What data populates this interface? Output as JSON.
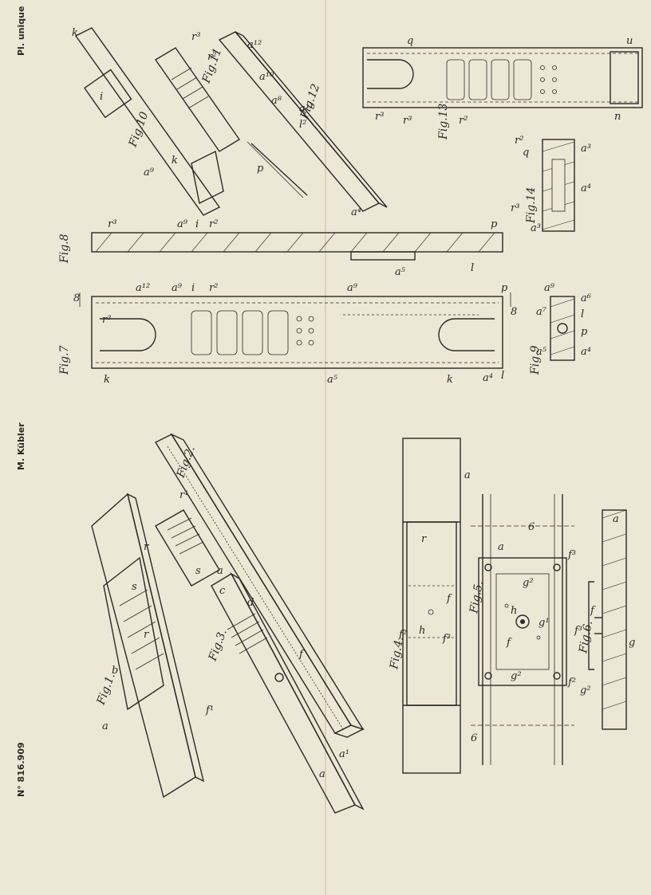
{
  "header": {
    "patent_number": "N° 816.909",
    "inventor": "M. Kübler",
    "plate": "Pl. unique"
  },
  "figures": {
    "fig1": "Fig.1.",
    "fig2": "Fig.2.",
    "fig3": "Fig.3.",
    "fig4": "Fig.4.",
    "fig5": "Fig.5.",
    "fig6": "Fig.6.",
    "fig7": "Fig.7",
    "fig8": "Fig.8",
    "fig9": "Fig.9",
    "fig10": "Fig.10",
    "fig11": "Fig.11",
    "fig12": "Fig.12",
    "fig13": "Fig.13",
    "fig14": "Fig.14"
  },
  "labels": {
    "a": "a",
    "a1": "a¹",
    "b": "b",
    "r": "r",
    "r1": "r¹",
    "s": "s",
    "c": "c",
    "d": "d",
    "f": "f",
    "f1": "f¹",
    "f2": "f²",
    "f3": "f³",
    "g": "g",
    "g1": "g¹",
    "g2": "g²",
    "h": "h",
    "six": "6",
    "k": "k",
    "i": "i",
    "p": "p",
    "l": "l",
    "r2": "r²",
    "r3": "r³",
    "eight": "8",
    "q": "q",
    "u": "u",
    "n": "n",
    "a4": "a⁴",
    "a5": "a⁵",
    "a6": "a⁶",
    "a7": "a⁷",
    "a8": "a⁸",
    "a9": "a⁹",
    "a10": "a¹⁰",
    "a11": "a¹¹",
    "a12": "a¹²",
    "a3": "a³",
    "l2": "l²"
  },
  "colors": {
    "paper": "#ece8d6",
    "ink": "#2b2a26"
  }
}
